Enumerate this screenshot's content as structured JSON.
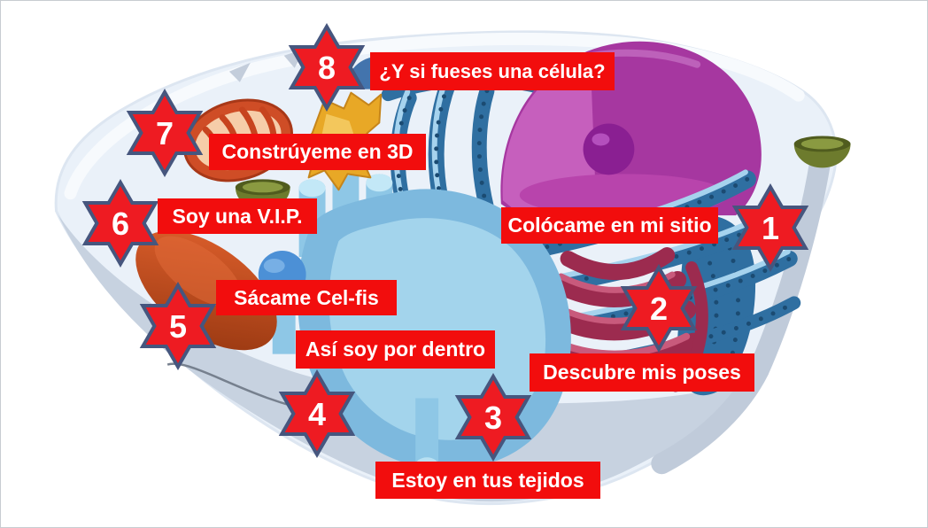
{
  "palette": {
    "background": "#ffffff",
    "label_bg": "#f20d0d",
    "label_text": "#ffffff",
    "star_fill": "#ee1b22",
    "star_border": "#46567e",
    "star_number": "#ffffff",
    "cell_body": "#eaf1f9",
    "cell_floor": "#c7d2e0"
  },
  "missions": [
    {
      "number": "1",
      "label": "Colócame en mi sitio"
    },
    {
      "number": "2",
      "label": "Descubre mis poses"
    },
    {
      "number": "3",
      "label": "Estoy en tus tejidos"
    },
    {
      "number": "4",
      "label": "Así soy por dentro"
    },
    {
      "number": "5",
      "label": "Sácame Cel-fis"
    },
    {
      "number": "6",
      "label": "Soy una V.I.P."
    },
    {
      "number": "7",
      "label": "Constrúyeme en 3D"
    },
    {
      "number": "8",
      "label": "¿Y si fueses una célula?"
    }
  ],
  "organelles": [
    {
      "icon": "cell-membrane-icon",
      "color": "#eaf1f9"
    },
    {
      "icon": "nucleus-icon",
      "color": "#a637a0"
    },
    {
      "icon": "nucleolus-icon",
      "color": "#8a1f92"
    },
    {
      "icon": "rough-endoplasmic-reticulum-icon",
      "color": "#2f6fa1"
    },
    {
      "icon": "smooth-endoplasmic-reticulum-icon",
      "color": "#7db9de"
    },
    {
      "icon": "golgi-apparatus-icon",
      "color": "#9c2b4f"
    },
    {
      "icon": "mitochondrion-icon",
      "color": "#cf4d26"
    },
    {
      "icon": "lysosome-icon",
      "color": "#c24a1c"
    },
    {
      "icon": "centriole-icon",
      "color": "#e8a826"
    },
    {
      "icon": "vacuole-cup-icon",
      "color": "#6d7b2d"
    },
    {
      "icon": "vesicle-icon",
      "color": "#4c90d6"
    },
    {
      "icon": "cytoskeleton-filament-icon",
      "color": "#76808e"
    }
  ]
}
